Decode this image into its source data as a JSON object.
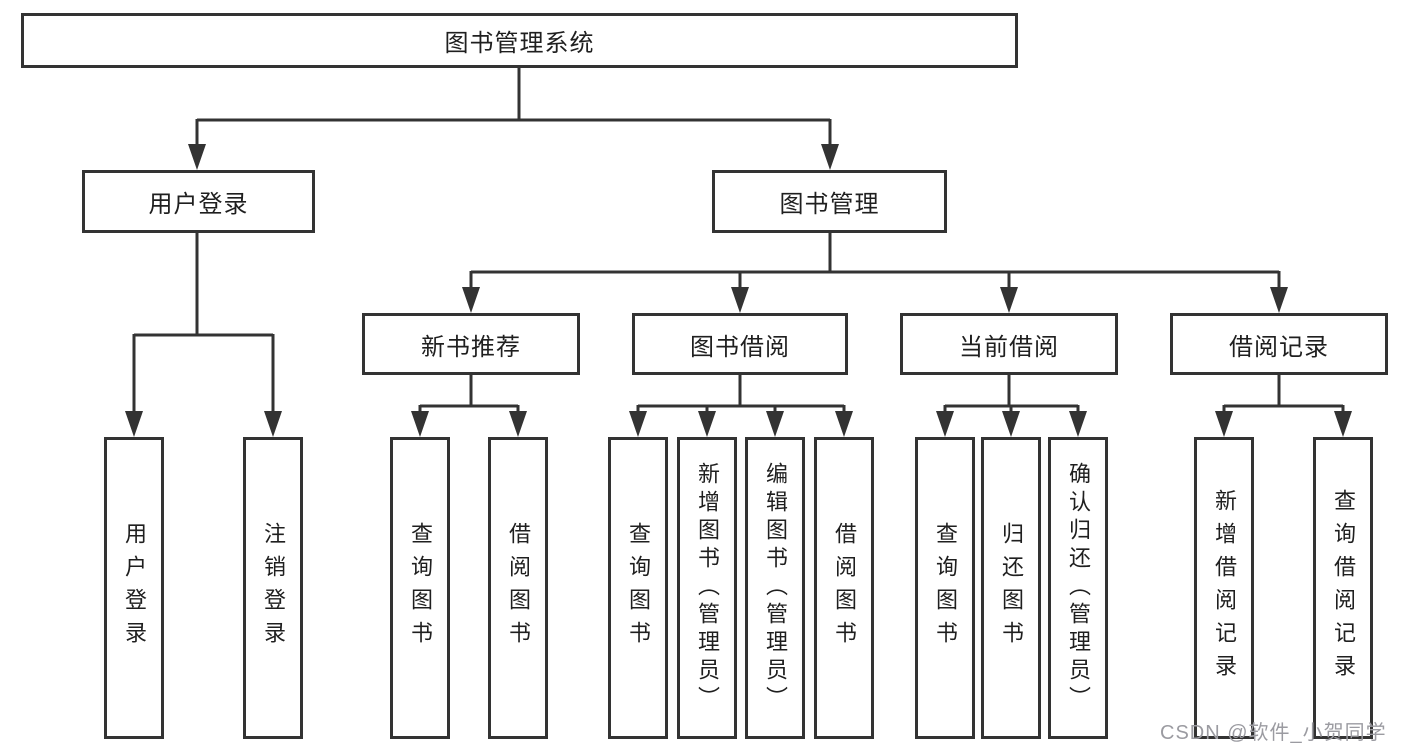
{
  "tree": {
    "label": "图书管理系统",
    "children": [
      {
        "label": "用户登录",
        "children": [
          {
            "label": "用户登录"
          },
          {
            "label": "注销登录"
          }
        ]
      },
      {
        "label": "图书管理",
        "children": [
          {
            "label": "新书推荐",
            "children": [
              {
                "label": "查询图书"
              },
              {
                "label": "借阅图书"
              }
            ]
          },
          {
            "label": "图书借阅",
            "children": [
              {
                "label": "查询图书"
              },
              {
                "label": "新增图书（管理员）"
              },
              {
                "label": "编辑图书（管理员）"
              },
              {
                "label": "借阅图书"
              }
            ]
          },
          {
            "label": "当前借阅",
            "children": [
              {
                "label": "查询图书"
              },
              {
                "label": "归还图书"
              },
              {
                "label": "确认归还（管理员）"
              }
            ]
          },
          {
            "label": "借阅记录",
            "children": [
              {
                "label": "新增借阅记录"
              },
              {
                "label": "查询借阅记录"
              }
            ]
          }
        ]
      }
    ]
  },
  "watermark": {
    "text": "CSDN @软件_小贺同学"
  },
  "colors": {
    "line": "#333333",
    "text": "#1f1f1f",
    "watermark": "#9b9ba1",
    "background": "#ffffff"
  }
}
